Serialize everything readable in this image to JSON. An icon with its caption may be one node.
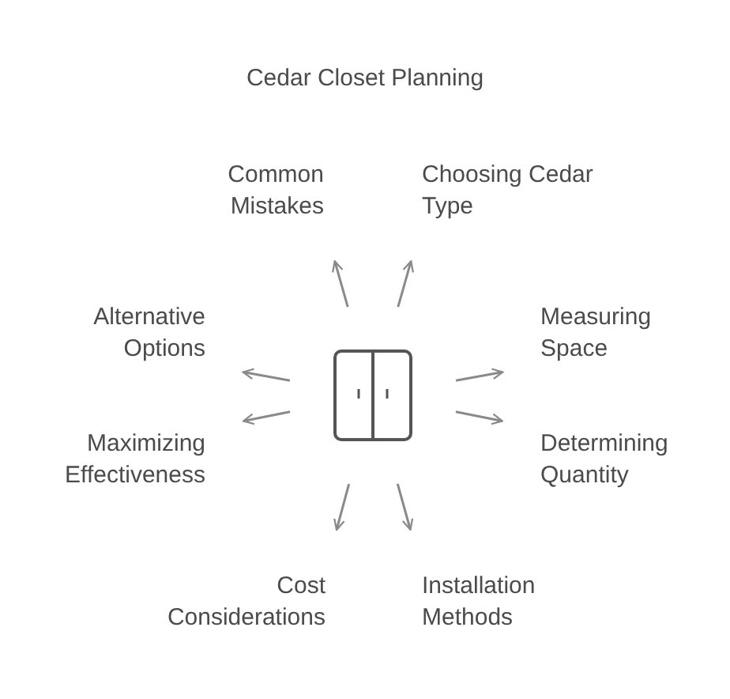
{
  "diagram": {
    "title": "Cedar Closet Planning",
    "nodes": [
      {
        "text": [],
        "shape": "picture"
      },
      {
        "text": [
          "Common Mistakes"
        ]
      },
      {
        "text": [
          "Choosing Cedar Type"
        ]
      },
      {
        "text": [
          "Alternative Options"
        ]
      },
      {
        "text": [
          "Measuring Space"
        ]
      },
      {
        "text": [
          "Maximizing Effectiveness"
        ]
      },
      {
        "text": [
          "Determining Quantity"
        ]
      },
      {
        "text": [
          "Cost Considerations"
        ]
      },
      {
        "text": [
          "Installation Methods"
        ]
      }
    ],
    "edges": [
      {
        "from": 0,
        "to": 1,
        "arrow": "to"
      },
      {
        "from": 0,
        "to": 2,
        "arrow": "to"
      },
      {
        "from": 0,
        "to": 3,
        "arrow": "to"
      },
      {
        "from": 0,
        "to": 4,
        "arrow": "to"
      },
      {
        "from": 0,
        "to": 5,
        "arrow": "to"
      },
      {
        "from": 0,
        "to": 6,
        "arrow": "to"
      },
      {
        "from": 0,
        "to": 7,
        "arrow": "to"
      },
      {
        "from": 0,
        "to": 8,
        "arrow": "to"
      }
    ]
  }
}
